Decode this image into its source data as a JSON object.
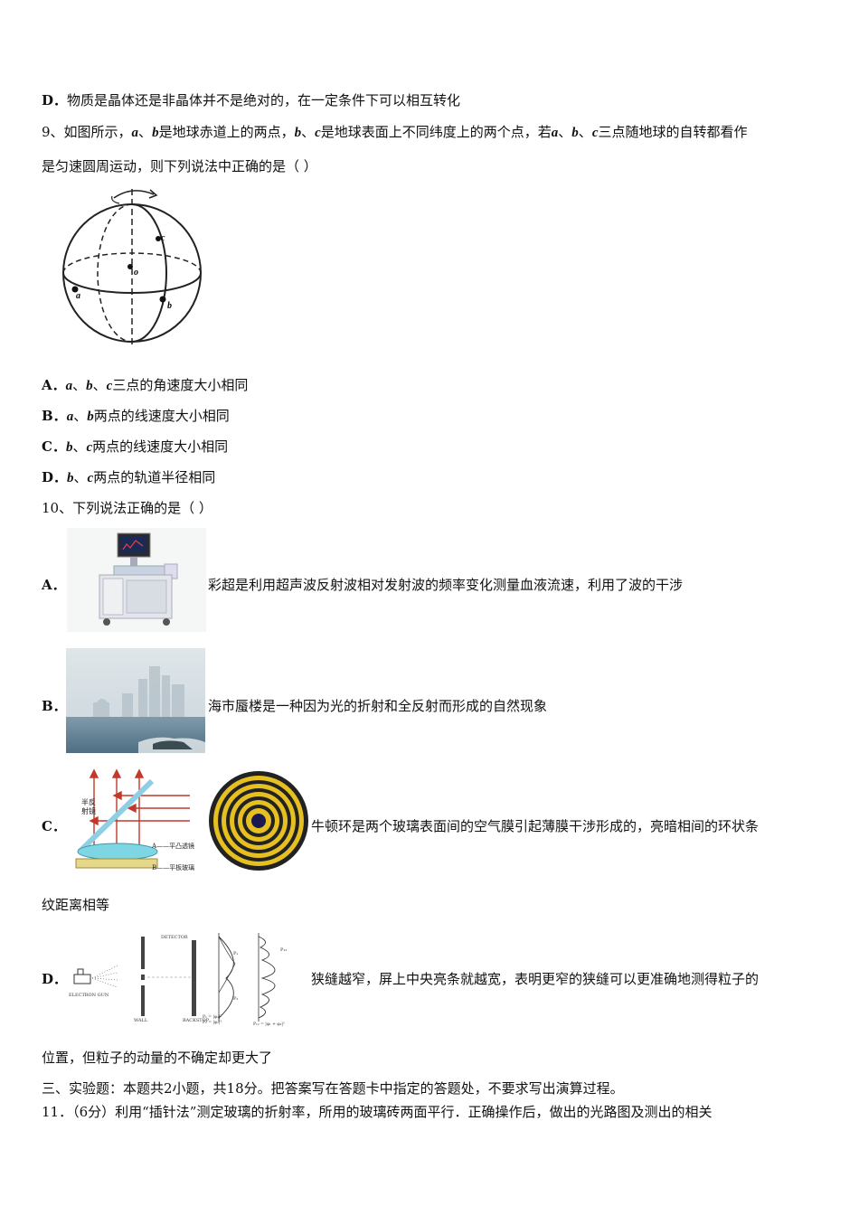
{
  "q8": {
    "option_d": {
      "letter": "D．",
      "text": "物质是晶体还是非晶体并不是绝对的，在一定条件下可以相互转化"
    }
  },
  "q9": {
    "stem_line1_num": "9、如图所示，",
    "stem_line1_a": "a",
    "stem_line1_sep1": "、",
    "stem_line1_b": "b",
    "stem_line1_mid": "是地球赤道上的两点，",
    "stem_line1_b2": "b",
    "stem_line1_sep2": "、",
    "stem_line1_c": "c",
    "stem_line1_mid2": "是地球表面上不同纬度上的两个点，若",
    "stem_line1_a2": "a",
    "stem_line1_sep3": "、",
    "stem_line1_b3": "b",
    "stem_line1_sep4": "、",
    "stem_line1_c2": "c",
    "stem_line1_end": "三点随地球的自转都看作",
    "stem_line2": "是匀速圆周运动，则下列说法中正确的是（    ）",
    "figure_labels": {
      "a": "a",
      "b": "b",
      "c": "c",
      "o": "o"
    },
    "options": [
      {
        "letter": "A．",
        "v1": "a",
        "s1": "、",
        "v2": "b",
        "s2": "、",
        "v3": "c",
        "text": "三点的角速度大小相同"
      },
      {
        "letter": "B．",
        "v1": "a",
        "s1": "、",
        "v2": "b",
        "text": "两点的线速度大小相同"
      },
      {
        "letter": "C．",
        "v1": "b",
        "s1": "、",
        "v2": "c",
        "text": "两点的线速度大小相同"
      },
      {
        "letter": "D．",
        "v1": "b",
        "s1": "、",
        "v2": "c",
        "text": "两点的轨道半径相同"
      }
    ]
  },
  "q10": {
    "stem": "10、下列说法正确的是（  ）",
    "options": [
      {
        "letter": "A．",
        "text": "彩超是利用超声波反射波相对发射波的频率变化测量血液流速，利用了波的干涉"
      },
      {
        "letter": "B．",
        "text": "海市蜃楼是一种因为光的折射和全反射而形成的自然现象"
      },
      {
        "letter": "C．",
        "text": "牛顿环是两个玻璃表面间的空气膜引起薄膜干涉形成的，亮暗相间的环状条",
        "text_cont": "纹距离相等",
        "fig_labels": {
          "side1": "半反",
          "side2": "射镜",
          "a": "A——平凸透镜",
          "b": "B——平板玻璃"
        }
      },
      {
        "letter": "D．",
        "text": "狭缝越窄，屏上中央亮条就越宽，表明更窄的狭缝可以更准确地测得粒子的",
        "text_cont": "位置，但粒子的动量的不确定却更大了",
        "fig_labels": {
          "gun": "ELECTRON GUN",
          "wall": "WALL",
          "detector": "DETECTOR",
          "backstop": "BACKSTOP",
          "p1": "P₁",
          "p2": "P₂",
          "p12": "P₁₂",
          "eq1": "P₁ = |φ₁|²",
          "eq2": "P₂ = |φ₂|²",
          "eq3": "P₁₂ = |φ₁ + φ₂|²"
        }
      }
    ]
  },
  "section3": {
    "text": "三、实验题：本题共2小题，共18分。把答案写在答题卡中指定的答题处，不要求写出演算过程。"
  },
  "q11": {
    "text": "11．（6分）利用“插针法”测定玻璃的折射率，所用的玻璃砖两面平行．正确操作后，做出的光路图及测出的相关"
  }
}
